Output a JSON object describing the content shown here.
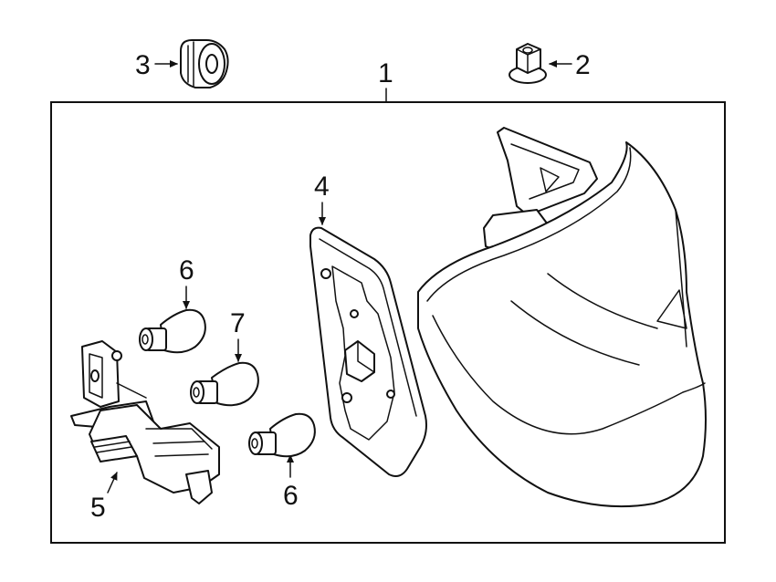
{
  "callouts": {
    "c1": "1",
    "c2": "2",
    "c3": "3",
    "c4": "4",
    "c5": "5",
    "c6a": "6",
    "c6b": "6",
    "c7": "7"
  },
  "parts": {
    "tail_lamp_assembly": "tail-lamp-assembly",
    "nut": "flange-nut",
    "grommet": "grommet",
    "gasket": "gasket",
    "socket_bracket": "bulb-socket-bracket",
    "bulb": "bulb"
  },
  "colors": {
    "line": "#111111",
    "background": "#ffffff"
  }
}
